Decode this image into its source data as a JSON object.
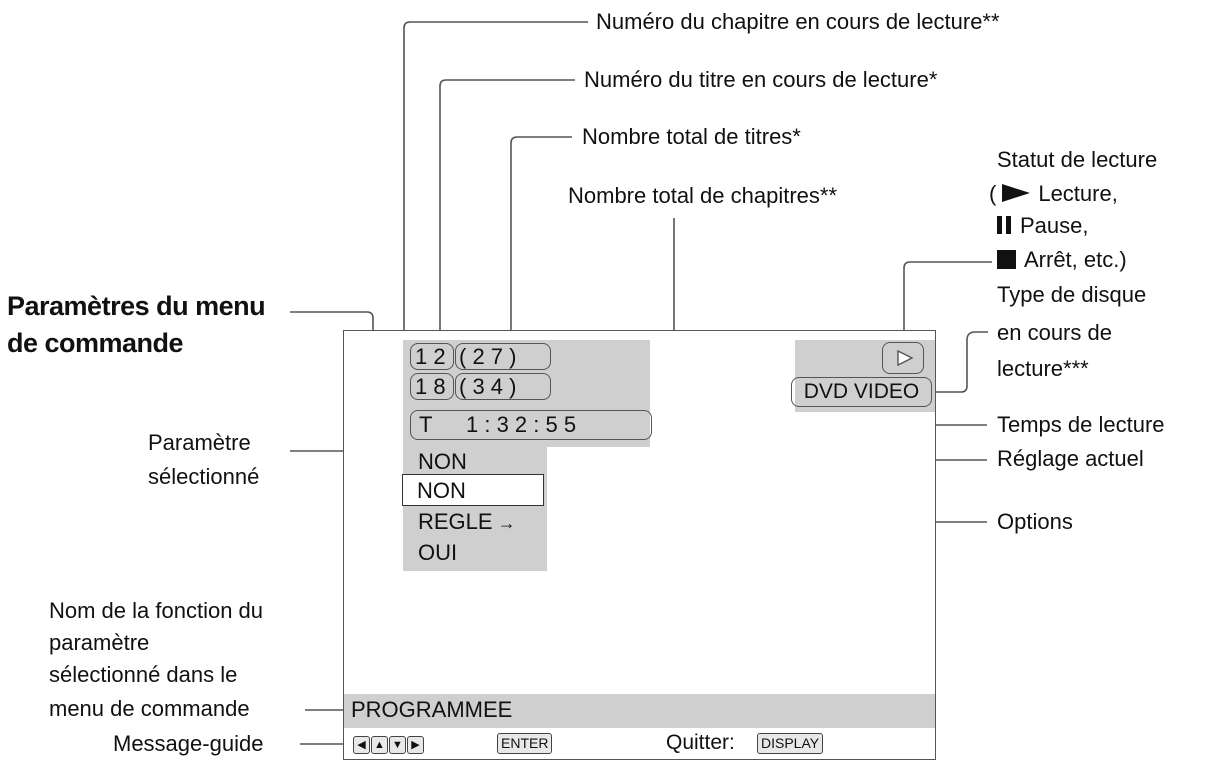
{
  "labels": {
    "chapter_number": "Numéro du chapitre en cours de lecture**",
    "title_number": "Numéro du titre en cours de lecture*",
    "total_titles": "Nombre total de titres*",
    "total_chapters": "Nombre total de chapitres**",
    "status_l1": "Statut de lecture",
    "status_l2": "Lecture,",
    "status_l3": "Pause,",
    "status_l4": "Arrêt, etc.)",
    "disc_l1": "Type de disque",
    "disc_l2": "en cours de",
    "disc_l3": "lecture***",
    "menu_items_l1": "Paramètres du menu",
    "menu_items_l2": "de commande",
    "selected_l1": "Paramètre",
    "selected_l2": "sélectionné",
    "play_time": "Temps de lecture",
    "current_setting": "Réglage actuel",
    "options": "Options",
    "func_l1": "Nom de la fonction du",
    "func_l2": "paramètre",
    "func_l3": "sélectionné dans le",
    "func_l4": "menu de commande",
    "guide": "Message-guide"
  },
  "osd": {
    "chapter": "1 2",
    "chapter_total": "( 2 7 )",
    "title": "1 8",
    "title_total": "( 3 4 )",
    "time_prefix": "T",
    "time": "1 : 3 2 : 5 5",
    "disc_type": "DVD VIDEO",
    "current": "NON",
    "option_1": "NON",
    "option_2": "REGLE",
    "option_3": "OUI",
    "function_name": "PROGRAMMEE",
    "enter_key": "ENTER",
    "quit_label": "Quitter:",
    "display_key": "DISPLAY"
  },
  "icons": {
    "play": "play-icon",
    "pause": "pause-icon",
    "stop": "stop-icon"
  }
}
